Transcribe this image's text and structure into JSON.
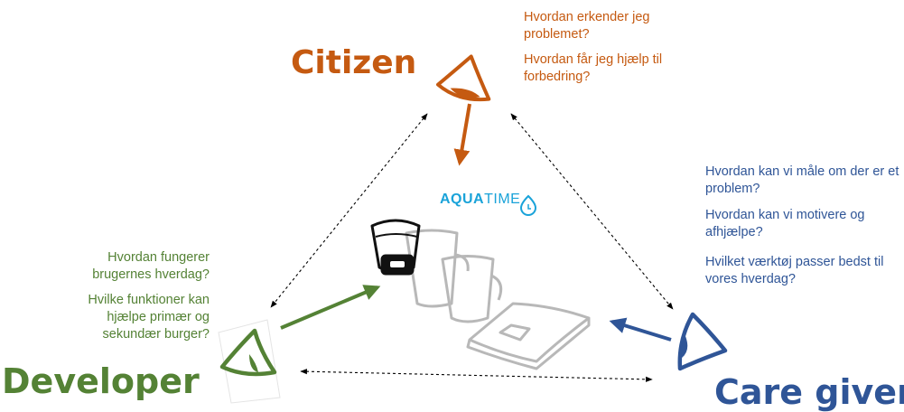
{
  "citizen": {
    "title": "Citizen",
    "q1": "Hvordan erkender jeg problemet?",
    "q2": "Hvordan får jeg hjælp til forbedring?"
  },
  "caregiver": {
    "title": "Care giver",
    "q1": "Hvordan kan vi måle om der er et problem?",
    "q2": "Hvordan kan vi motivere og afhjælpe?",
    "q3": "Hvilket værktøj passer bedst til vores hverdag?"
  },
  "developer": {
    "title": "Developer",
    "q1": "Hvordan fungerer brugernes hverdag?",
    "q2": "Hvilke funktioner kan hjælpe primær og sekundær burger?"
  },
  "logo": {
    "bold": "AQUA",
    "light": "TIME"
  },
  "colors": {
    "citizen": "#c55a11",
    "developer": "#548235",
    "caregiver": "#2f5597",
    "logo": "#1aa3d9"
  },
  "icons": [
    "eye-icon",
    "bottle-icon",
    "cup-icon",
    "scale-icon",
    "clock-drop-icon"
  ]
}
